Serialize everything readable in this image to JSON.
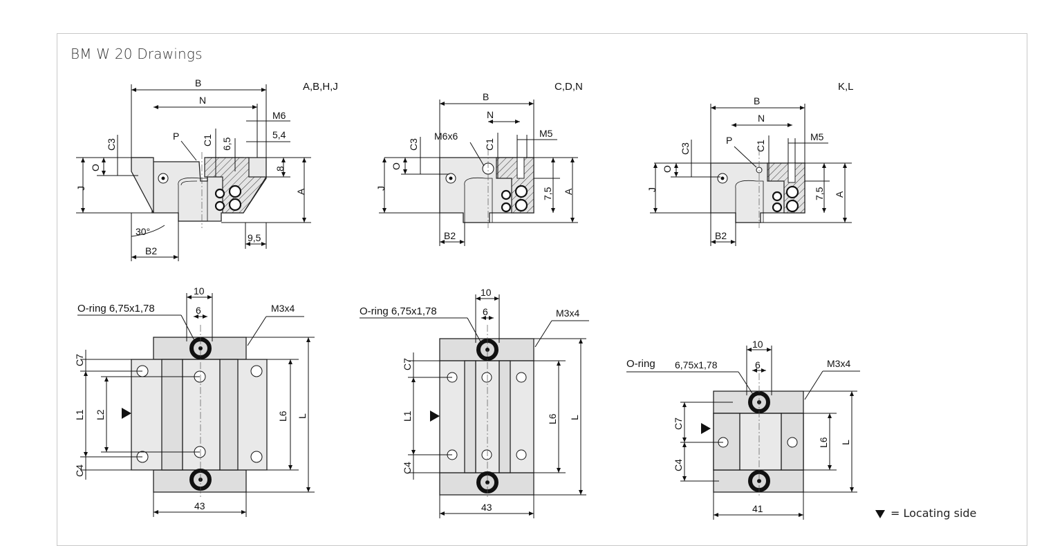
{
  "title": "BM W 20 Drawings",
  "views": {
    "view1": {
      "variant": "A,B,H,J",
      "B": "B",
      "N": "N",
      "M": "M6",
      "d1": "5,4",
      "C3": "C3",
      "C1": "C1",
      "d2": "6,5",
      "P": "P",
      "O": "O",
      "J": "J",
      "d3": "8",
      "A": "A",
      "angle": "30°",
      "B2": "B2",
      "d4": "9,5"
    },
    "view2": {
      "variant": "C,D,N",
      "B": "B",
      "N": "N",
      "M": "M5",
      "C3": "C3",
      "hole": "M6x6",
      "C1": "C1",
      "O": "O",
      "J": "J",
      "d2": "7,5",
      "A": "A",
      "B2": "B2"
    },
    "view3": {
      "variant": "K,L",
      "B": "B",
      "N": "N",
      "M": "M5",
      "C3": "C3",
      "P": "P",
      "C1": "C1",
      "O": "O",
      "J": "J",
      "d2": "7,5",
      "A": "A",
      "B2": "B2"
    }
  },
  "tops": {
    "top1": {
      "oring": "O-ring 6,75x1,78",
      "d10": "10",
      "d6": "6",
      "screw": "M3x4",
      "C7": "C7",
      "L1": "L1",
      "L2": "L2",
      "C4": "C4",
      "L6": "L6",
      "L": "L",
      "width": "43"
    },
    "top2": {
      "oring": "O-ring 6,75x1,78",
      "d10": "10",
      "d6": "6",
      "screw": "M3x4",
      "C7": "C7",
      "L1": "L1",
      "C4": "C4",
      "L6": "L6",
      "L": "L",
      "width": "43"
    },
    "top3": {
      "oring_a": "O-ring",
      "oring_b": "6,75x1,78",
      "d10": "10",
      "d6": "6",
      "screw": "M3x4",
      "C7": "C7",
      "C4": "C4",
      "L6": "L6",
      "L": "L",
      "width": "41"
    }
  },
  "legend": {
    "symbol": "▼",
    "text": "= Locating side"
  }
}
